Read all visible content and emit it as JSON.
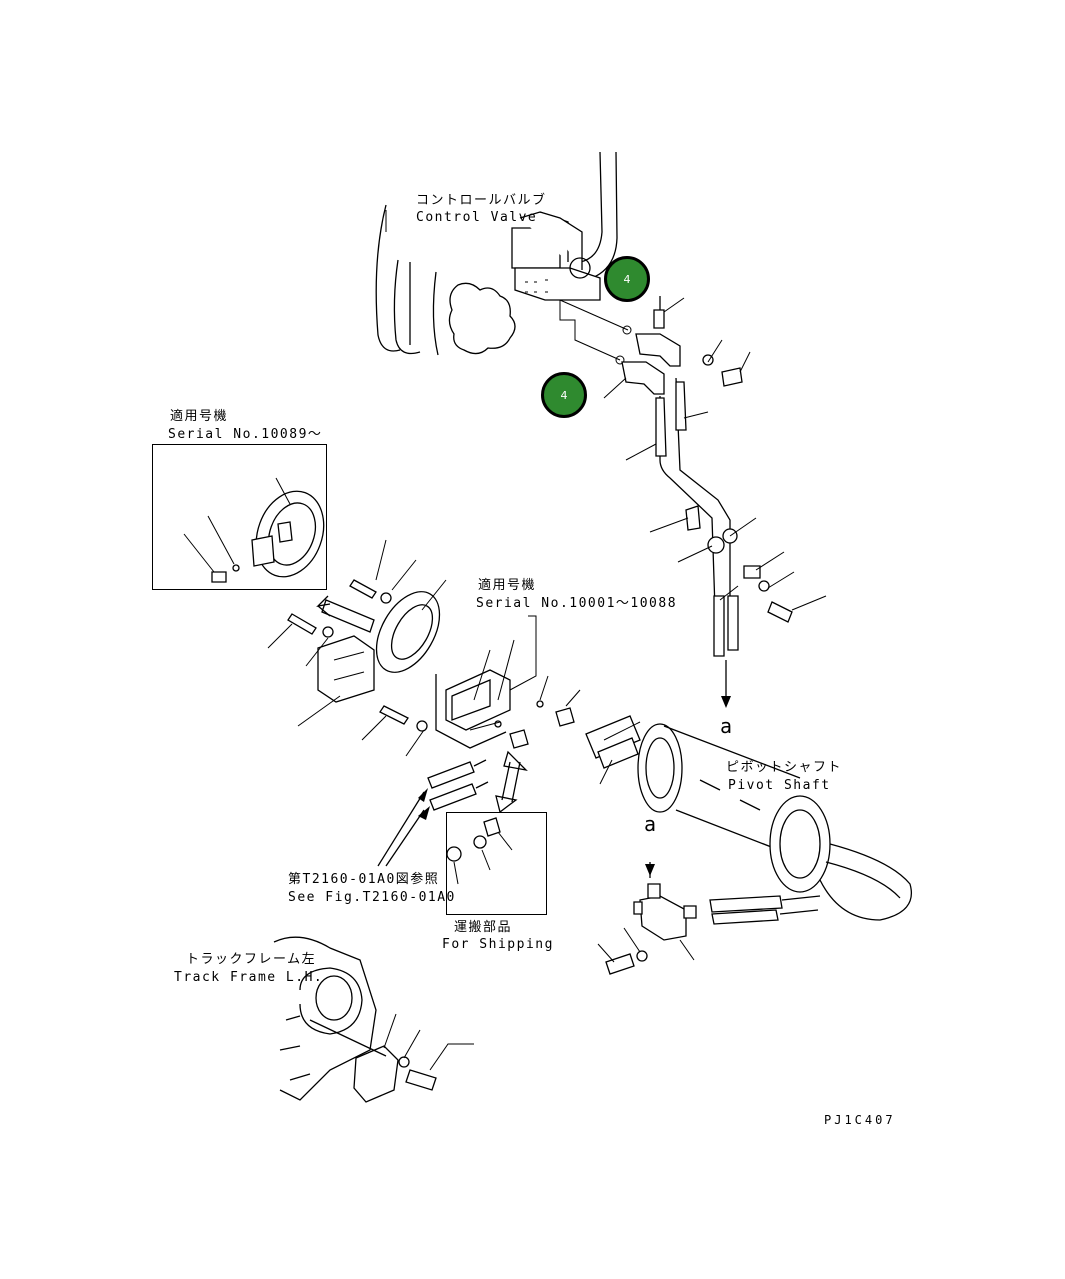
{
  "labels": {
    "control_valve_jp": "コントロールバルブ",
    "control_valve_en": "Control Valve",
    "serial_jp_1": "適用号機",
    "serial_en_1": "Serial No.10089～",
    "serial_jp_2": "適用号機",
    "serial_en_2": "Serial No.10001～10088",
    "pivot_jp": "ピボットシャフト",
    "pivot_en": "Pivot Shaft",
    "see_fig_jp": "第T2160-01A0図参照",
    "see_fig_en": "See Fig.T2160-01A0",
    "shipping_jp": "運搬部品",
    "shipping_en": "For Shipping",
    "track_frame_jp": "トラックフレーム左",
    "track_frame_en": "Track Frame L.H.",
    "letter_a_1": "a",
    "letter_a_2": "a",
    "drawing_id": "PJ1C407"
  },
  "callouts": [
    {
      "number": "4",
      "color": "#2f8a2f"
    },
    {
      "number": "4",
      "color": "#2f8a2f"
    }
  ]
}
